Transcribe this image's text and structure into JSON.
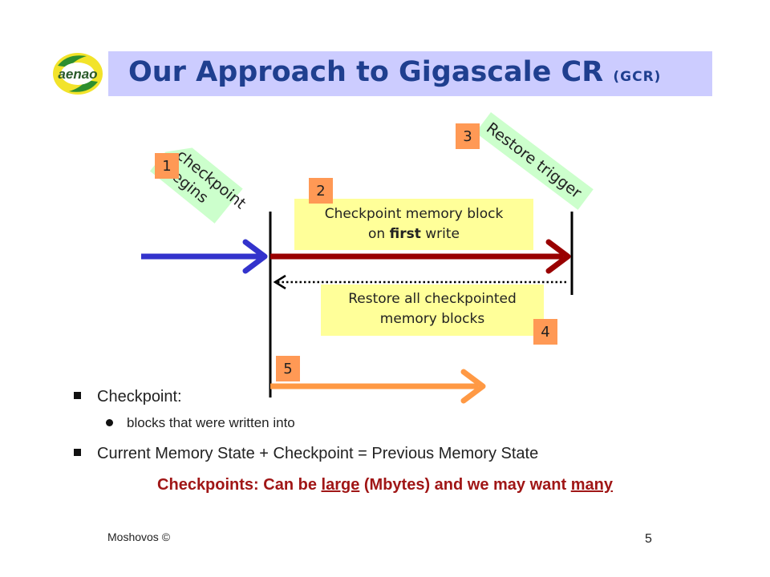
{
  "title": {
    "main": "Our Approach to Gigascale CR",
    "suffix": "(GCR)"
  },
  "logo": {
    "text": "aenao"
  },
  "diagram": {
    "labels": {
      "checkpoint_begins_line1": "checkpoint",
      "checkpoint_begins_line2": "begins",
      "restore_trigger": "Restore trigger"
    },
    "callouts": {
      "checkpoint_memory_line1": "Checkpoint memory block",
      "checkpoint_memory_line2_pre": "on ",
      "checkpoint_memory_line2_bold": "first",
      "checkpoint_memory_line2_post": " write",
      "restore_all_line1": "Restore all checkpointed",
      "restore_all_line2": "memory blocks"
    },
    "badges": [
      "1",
      "2",
      "3",
      "4",
      "5"
    ]
  },
  "bullets": {
    "b1": "Checkpoint:",
    "b1_sub": "blocks that were written into",
    "b2": "Current Memory State + Checkpoint = Previous Memory State"
  },
  "emphasis": {
    "pre": "Checkpoints: Can be ",
    "u1": "large",
    "mid": " (Mbytes) and we may want ",
    "u2": "many"
  },
  "footer": {
    "author": "Moshovos ©",
    "page": "5"
  },
  "colors": {
    "blue_arrow": "#3333cc",
    "red_arrow": "#990000",
    "orange_arrow": "#ff9944",
    "badge": "#ff9955",
    "callout": "#ffff99",
    "title_bar": "#ccccff",
    "emphasis": "#a01616"
  }
}
